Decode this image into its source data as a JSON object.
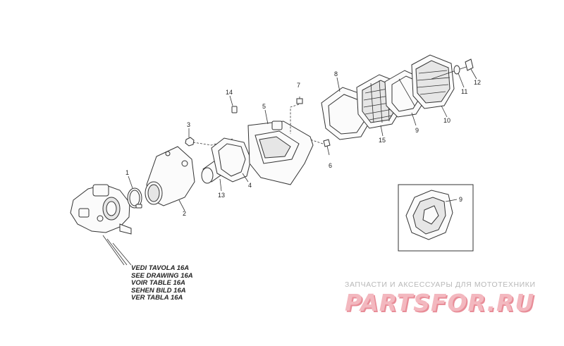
{
  "callouts": [
    {
      "id": "1",
      "label": "1"
    },
    {
      "id": "2",
      "label": "2"
    },
    {
      "id": "3",
      "label": "3"
    },
    {
      "id": "4",
      "label": "4"
    },
    {
      "id": "5",
      "label": "5"
    },
    {
      "id": "6",
      "label": "6"
    },
    {
      "id": "7",
      "label": "7"
    },
    {
      "id": "8",
      "label": "8"
    },
    {
      "id": "9",
      "label": "9"
    },
    {
      "id": "9b",
      "label": "9"
    },
    {
      "id": "10",
      "label": "10"
    },
    {
      "id": "11",
      "label": "11"
    },
    {
      "id": "12",
      "label": "12"
    },
    {
      "id": "13",
      "label": "13"
    },
    {
      "id": "14",
      "label": "14"
    },
    {
      "id": "15",
      "label": "15"
    }
  ],
  "see_drawing": [
    "VEDI TAVOLA 16A",
    "SEE DRAWING 16A",
    "VOIR TABLE 16A",
    "SEHEN BILD 16A",
    "VER TABLA 16A"
  ],
  "watermark": {
    "caption": "ЗАПЧАСТИ И АКСЕССУАРЫ ДЛЯ МОТОТЕХНИКИ",
    "logo": "PARTSFOR.RU",
    "logo_colors": {
      "light": "#f3b8bf",
      "dark": "#e88d98"
    }
  },
  "icons": [
    "throttle-body-icon",
    "air-filter-icon",
    "cover-icon",
    "clamp-icon"
  ]
}
